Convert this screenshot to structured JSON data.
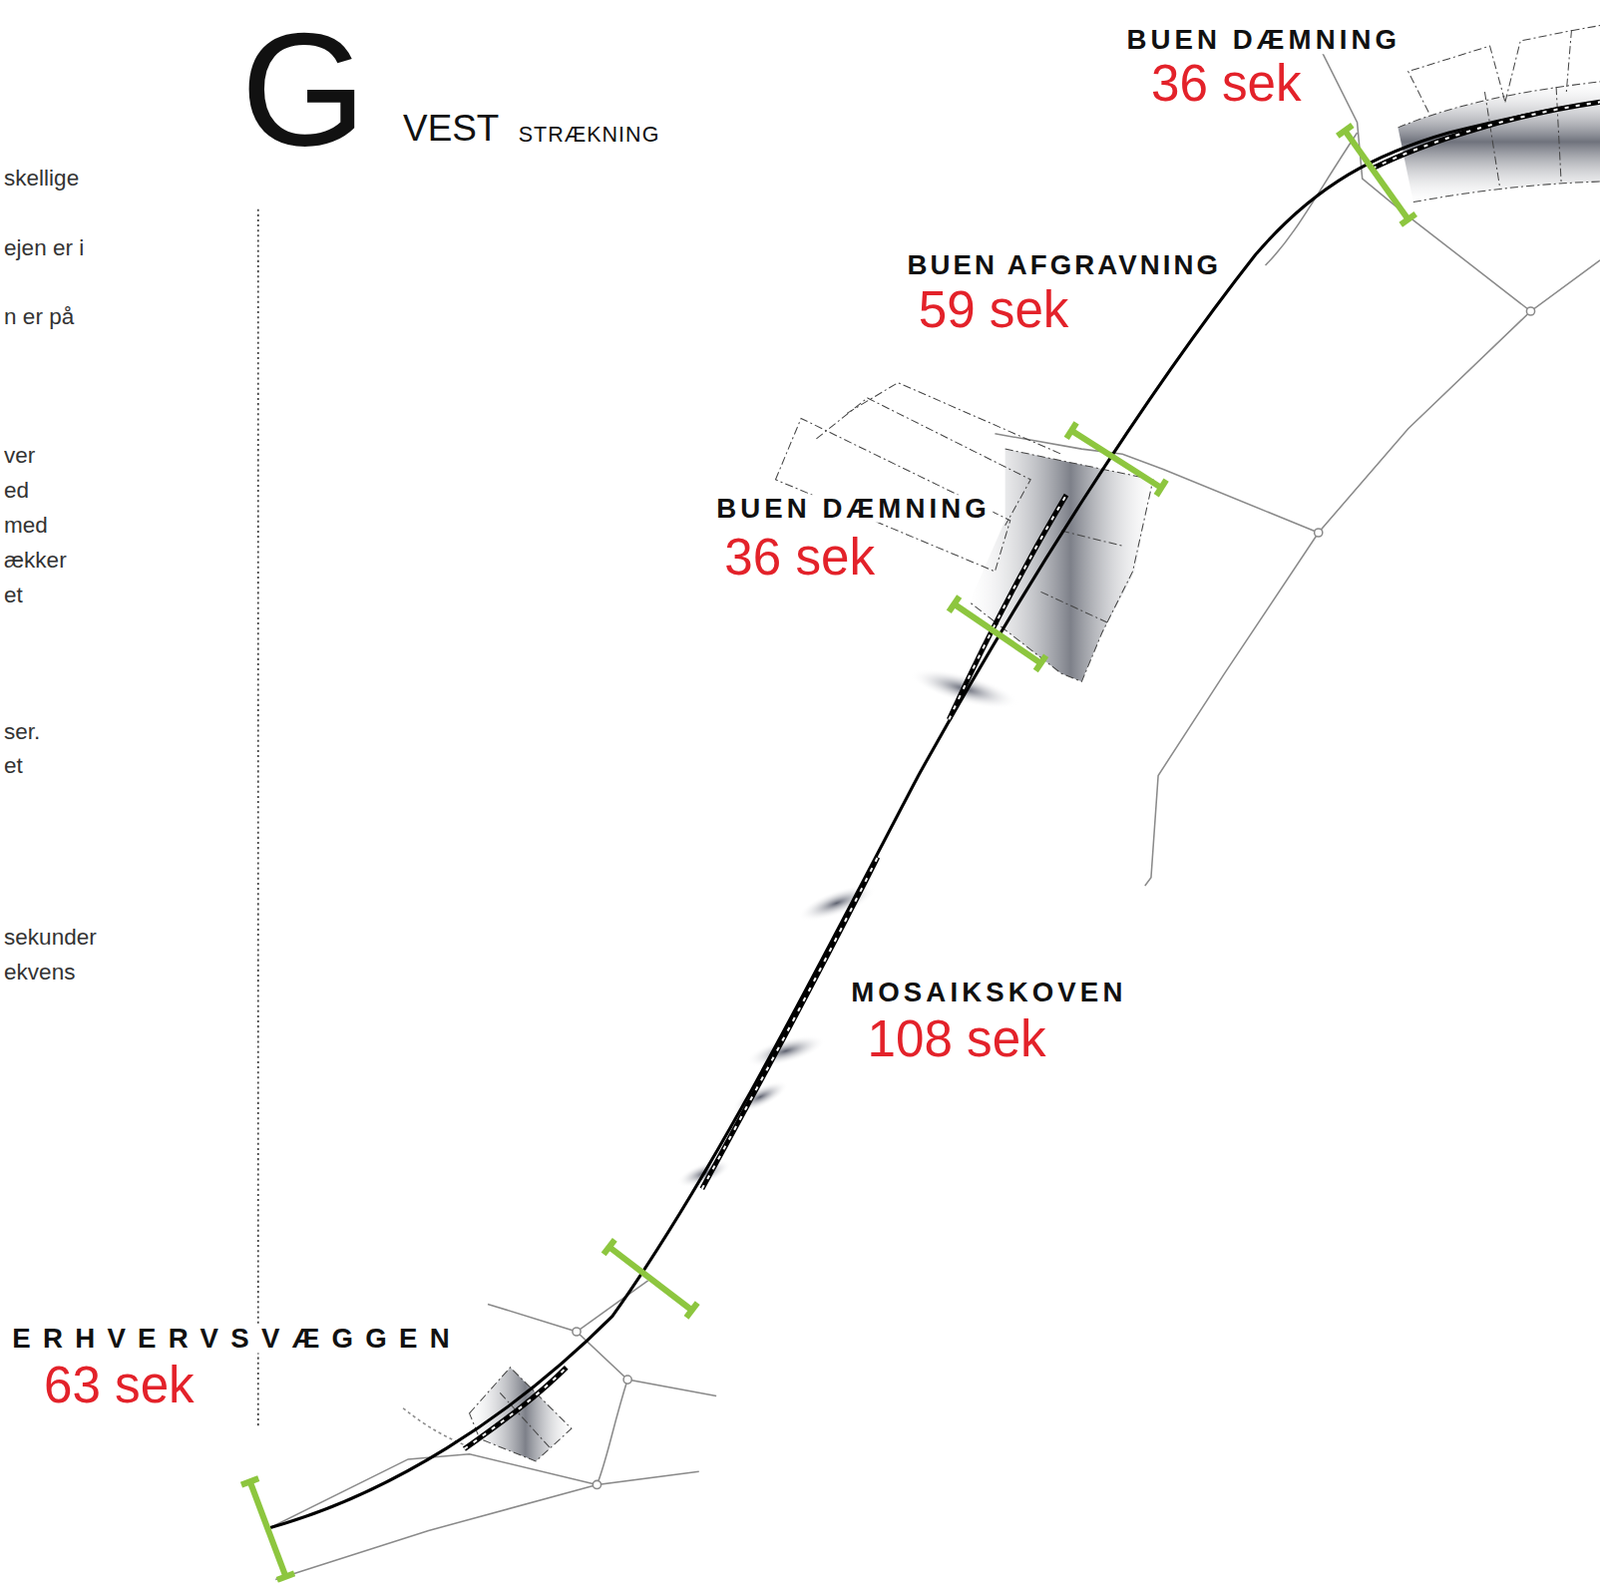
{
  "diagram": {
    "labels": [
      "G",
      "VEST",
      "STRÆKNING",
      "skellige",
      "ejen er i",
      "n er på",
      "ver",
      "ed",
      "med",
      "ækker",
      "et",
      "ser.",
      "et",
      "sekunder",
      "ekvens",
      "BUEN DÆMNING",
      "36 sek",
      "BUEN AFGRAVNING",
      "59 sek",
      "BUEN DÆMNING",
      "36 sek",
      "MOSAIKSKOVEN",
      "108 sek",
      "ERHVERVSVÆGGEN",
      "63 sek"
    ]
  }
}
